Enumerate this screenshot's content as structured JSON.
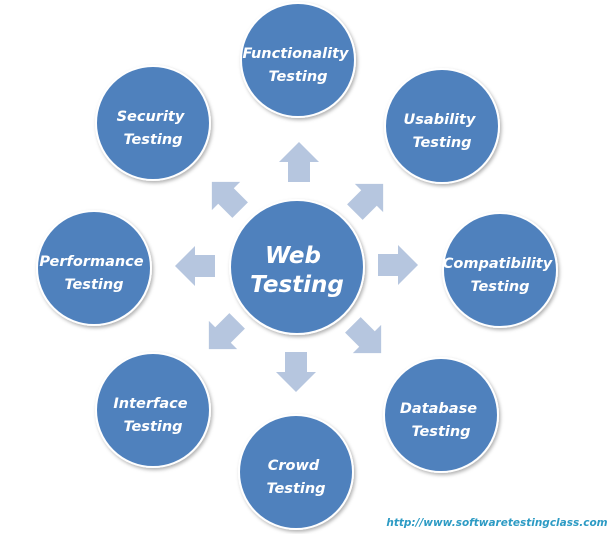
{
  "diagram": {
    "center": {
      "lines": [
        "Web",
        "Testing"
      ]
    },
    "nodes": [
      {
        "id": "functionality",
        "lines": [
          "Functionality",
          "Testing"
        ]
      },
      {
        "id": "usability",
        "lines": [
          "Usability",
          "Testing"
        ]
      },
      {
        "id": "compatibility",
        "lines": [
          "Compatibility",
          "Testing"
        ]
      },
      {
        "id": "database",
        "lines": [
          "Database",
          "Testing"
        ]
      },
      {
        "id": "crowd",
        "lines": [
          "Crowd",
          "Testing"
        ]
      },
      {
        "id": "interface",
        "lines": [
          "Interface",
          "Testing"
        ]
      },
      {
        "id": "performance",
        "lines": [
          "Performance",
          "Testing"
        ]
      },
      {
        "id": "security",
        "lines": [
          "Security",
          "Testing"
        ]
      }
    ],
    "source_url": "http://www.softwaretestingclass.com",
    "colors": {
      "circle_fill": "#4f81bd",
      "circle_stroke": "#ffffff",
      "arrow_fill": "#b6c6df",
      "text": "#ffffff",
      "url_text": "#2d9bc4"
    }
  }
}
